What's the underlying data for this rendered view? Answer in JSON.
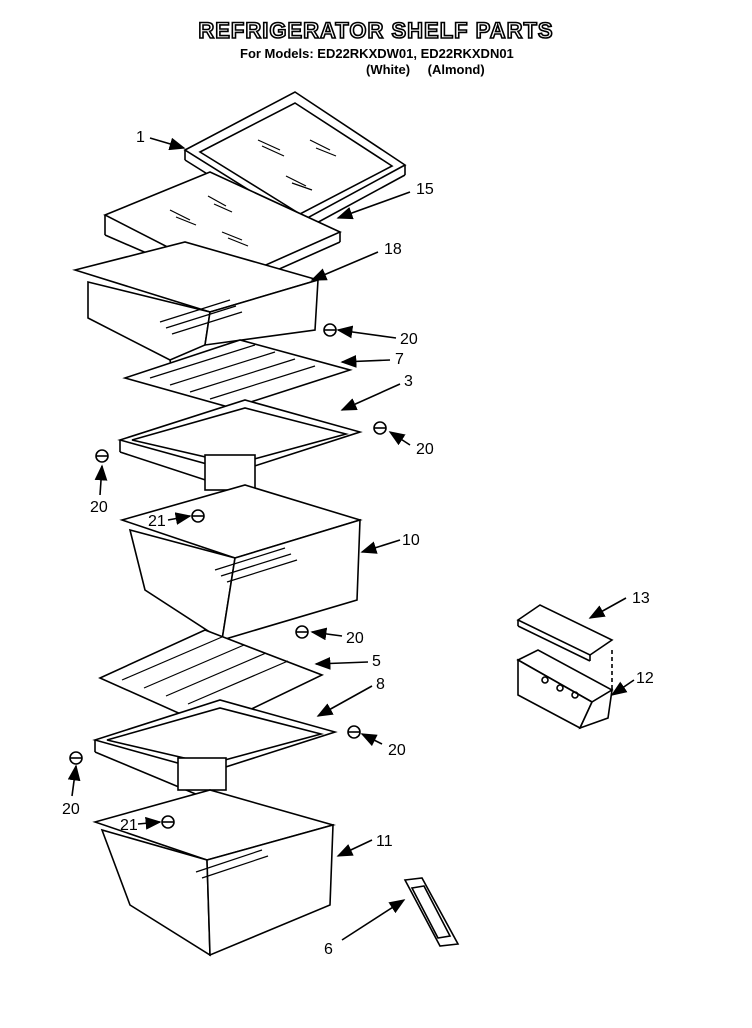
{
  "header": {
    "title": "REFRIGERATOR SHELF PARTS",
    "models": "For Models: ED22RKXDW01, ED22RKXDN01",
    "variants": "(White) (Almond)"
  },
  "callouts": [
    "1",
    "15",
    "18",
    "20",
    "7",
    "3",
    "20",
    "20",
    "21",
    "10",
    "13",
    "20",
    "5",
    "12",
    "8",
    "20",
    "20",
    "21",
    "11",
    "6"
  ]
}
